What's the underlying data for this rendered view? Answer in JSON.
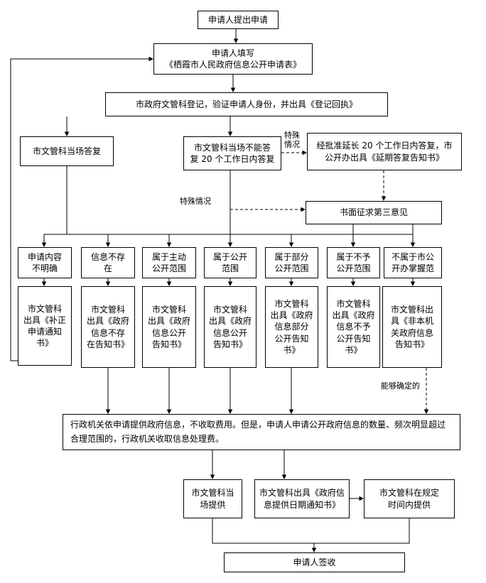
{
  "nodes": {
    "start": "申请人提出申请",
    "fill_form": "申请人填写\n《栖霞市人民政府信息公开申请表》",
    "register": "市政府文管科登记，验证申请人身份，并出具《登记回执》",
    "onsite_reply": "市文管科当场答复",
    "cannot_reply": "市文管科当场不能答\n复 20 个工作日内答复",
    "extended_reply": "经批准延长 20 个工作日内答复，市\n公开办出具《延期答复告知书》",
    "third_party": "书面征求第三意见",
    "cond_unclear": "申请内容\n不明确",
    "cond_not_exist": "信息不存\n在",
    "cond_proactive": "属于主动\n公开范围",
    "cond_open": "属于公开\n范围",
    "cond_partial": "属于部分\n公开范围",
    "cond_no_open": "属于不予\n公开范围",
    "cond_not_held": "不属于市公\n开办掌握范",
    "res_correction": "市文管科\n出具《补正\n申请通知\n书》",
    "res_not_exist": "市文管科\n出具《政府\n信息不存\n在告知书》",
    "res_proactive": "市文管科\n出具《政府\n信息公开\n告知书》",
    "res_open": "市文管科\n出具《政府\n信息公开\n告知书》",
    "res_partial": "市文管科\n出具《政府\n信息部分\n公开告知\n书》",
    "res_no_open": "市文管科\n出具《政府\n信息不予\n公开告知\n书》",
    "res_not_held": "市文管科出\n具《非本机\n关政府信息\n告知书》",
    "fee_note": "行政机关依申请提供政府信息，不收取费用。但是，申请人申请公开政府信息的数量、频次明显超过合理范围的，行政机关收取信息处理费。",
    "provide_onsite": "市文管科当\n场提供",
    "provide_date_notice": "市文管科出具《政府信\n息提供日期通知书》",
    "provide_in_time": "市文管科在规定\n时间内提供",
    "sign_receipt": "申请人签收"
  },
  "edge_labels": {
    "special_case_1": "特殊\n情况",
    "special_case_2": "特殊情况",
    "determinable": "能够确定的"
  },
  "colors": {
    "line": "#000000",
    "box_border": "#000000",
    "background": "#ffffff"
  }
}
